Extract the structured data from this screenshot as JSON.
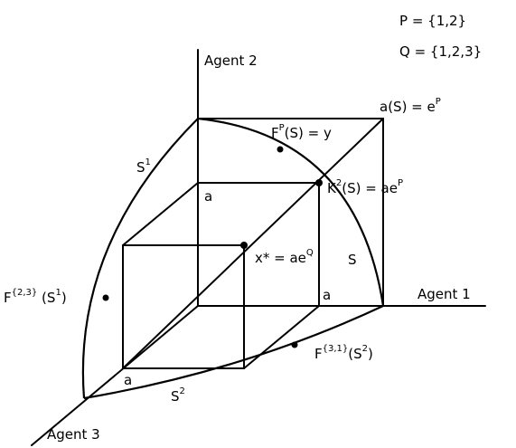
{
  "sets": {
    "p_line": "P = {1,2}",
    "q_line": "Q = {1,2,3}"
  },
  "axes": {
    "agent1": "Agent 1",
    "agent2": "Agent 2",
    "agent3": "Agent 3"
  },
  "labels": {
    "a_of_s": {
      "base": "a(S) = e",
      "sup": "P"
    },
    "fp": {
      "base": "F",
      "sup": "P",
      "tail": "(S) = y"
    },
    "k2": {
      "base": "K",
      "sup": "2",
      "tail": "(S) = ae",
      "sup2": "P"
    },
    "xstar": {
      "base": "x* = ae",
      "sup": "Q"
    },
    "s1": {
      "base": "S",
      "sup": "1"
    },
    "s2": {
      "base": "S",
      "sup": "2"
    },
    "s": "S",
    "a_vertical": "a",
    "a_horizontal": "a",
    "a_depth": "a",
    "f23": {
      "base": "F",
      "sup": "{2,3}",
      "tail": " (S",
      "sup2": "1",
      "tail2": ")"
    },
    "f31": {
      "base": "F",
      "sup": "{3,1}",
      "tail": "(S",
      "sup2": "2",
      "tail2": ")"
    }
  }
}
